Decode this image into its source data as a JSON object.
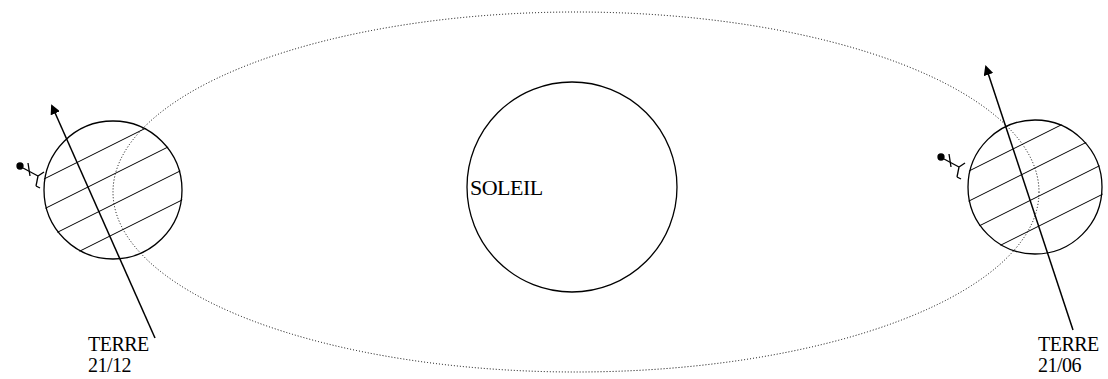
{
  "diagram": {
    "nodes": [
      {
        "text": [
          "TERRE 21/12"
        ]
      },
      {
        "text": [
          "SOLEIL"
        ]
      },
      {
        "text": [
          "TERRE 21/06"
        ]
      }
    ]
  }
}
